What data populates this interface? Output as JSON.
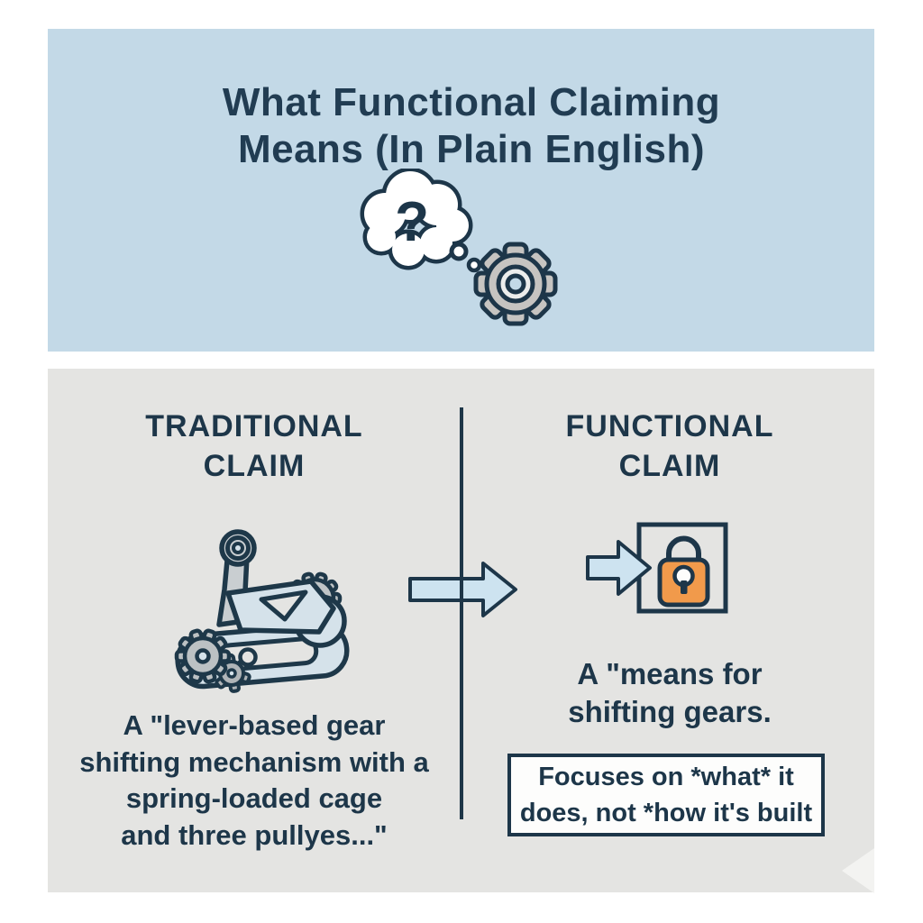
{
  "colors": {
    "panel_blue": "#c3d9e7",
    "panel_gray": "#e4e4e2",
    "navy": "#1d3649",
    "title_navy": "#213c52",
    "arrow_blue": "#cde3f0",
    "lock_orange": "#f19a4b",
    "gear_gray": "#c6c4c1",
    "callout_bg": "#fdfdfc"
  },
  "header": {
    "title_lines": [
      "What Functional Claiming",
      "Means (In Plain English)"
    ],
    "thought_bubble_glyph": "?"
  },
  "comparison": {
    "left": {
      "heading_lines": [
        "TRADITIONAL",
        "CLAIM"
      ],
      "description_lines": [
        "A \"lever-based gear",
        "shifting mechanism with a",
        "spring-loaded cage",
        "and three pullyes...\""
      ]
    },
    "right": {
      "heading_lines": [
        "FUNCTIONAL",
        "CLAIM"
      ],
      "description_lines": [
        "A \"means for",
        "shifting gears."
      ],
      "callout_lines": [
        "Focuses on *what* it",
        "does, not *how it's built"
      ]
    }
  }
}
